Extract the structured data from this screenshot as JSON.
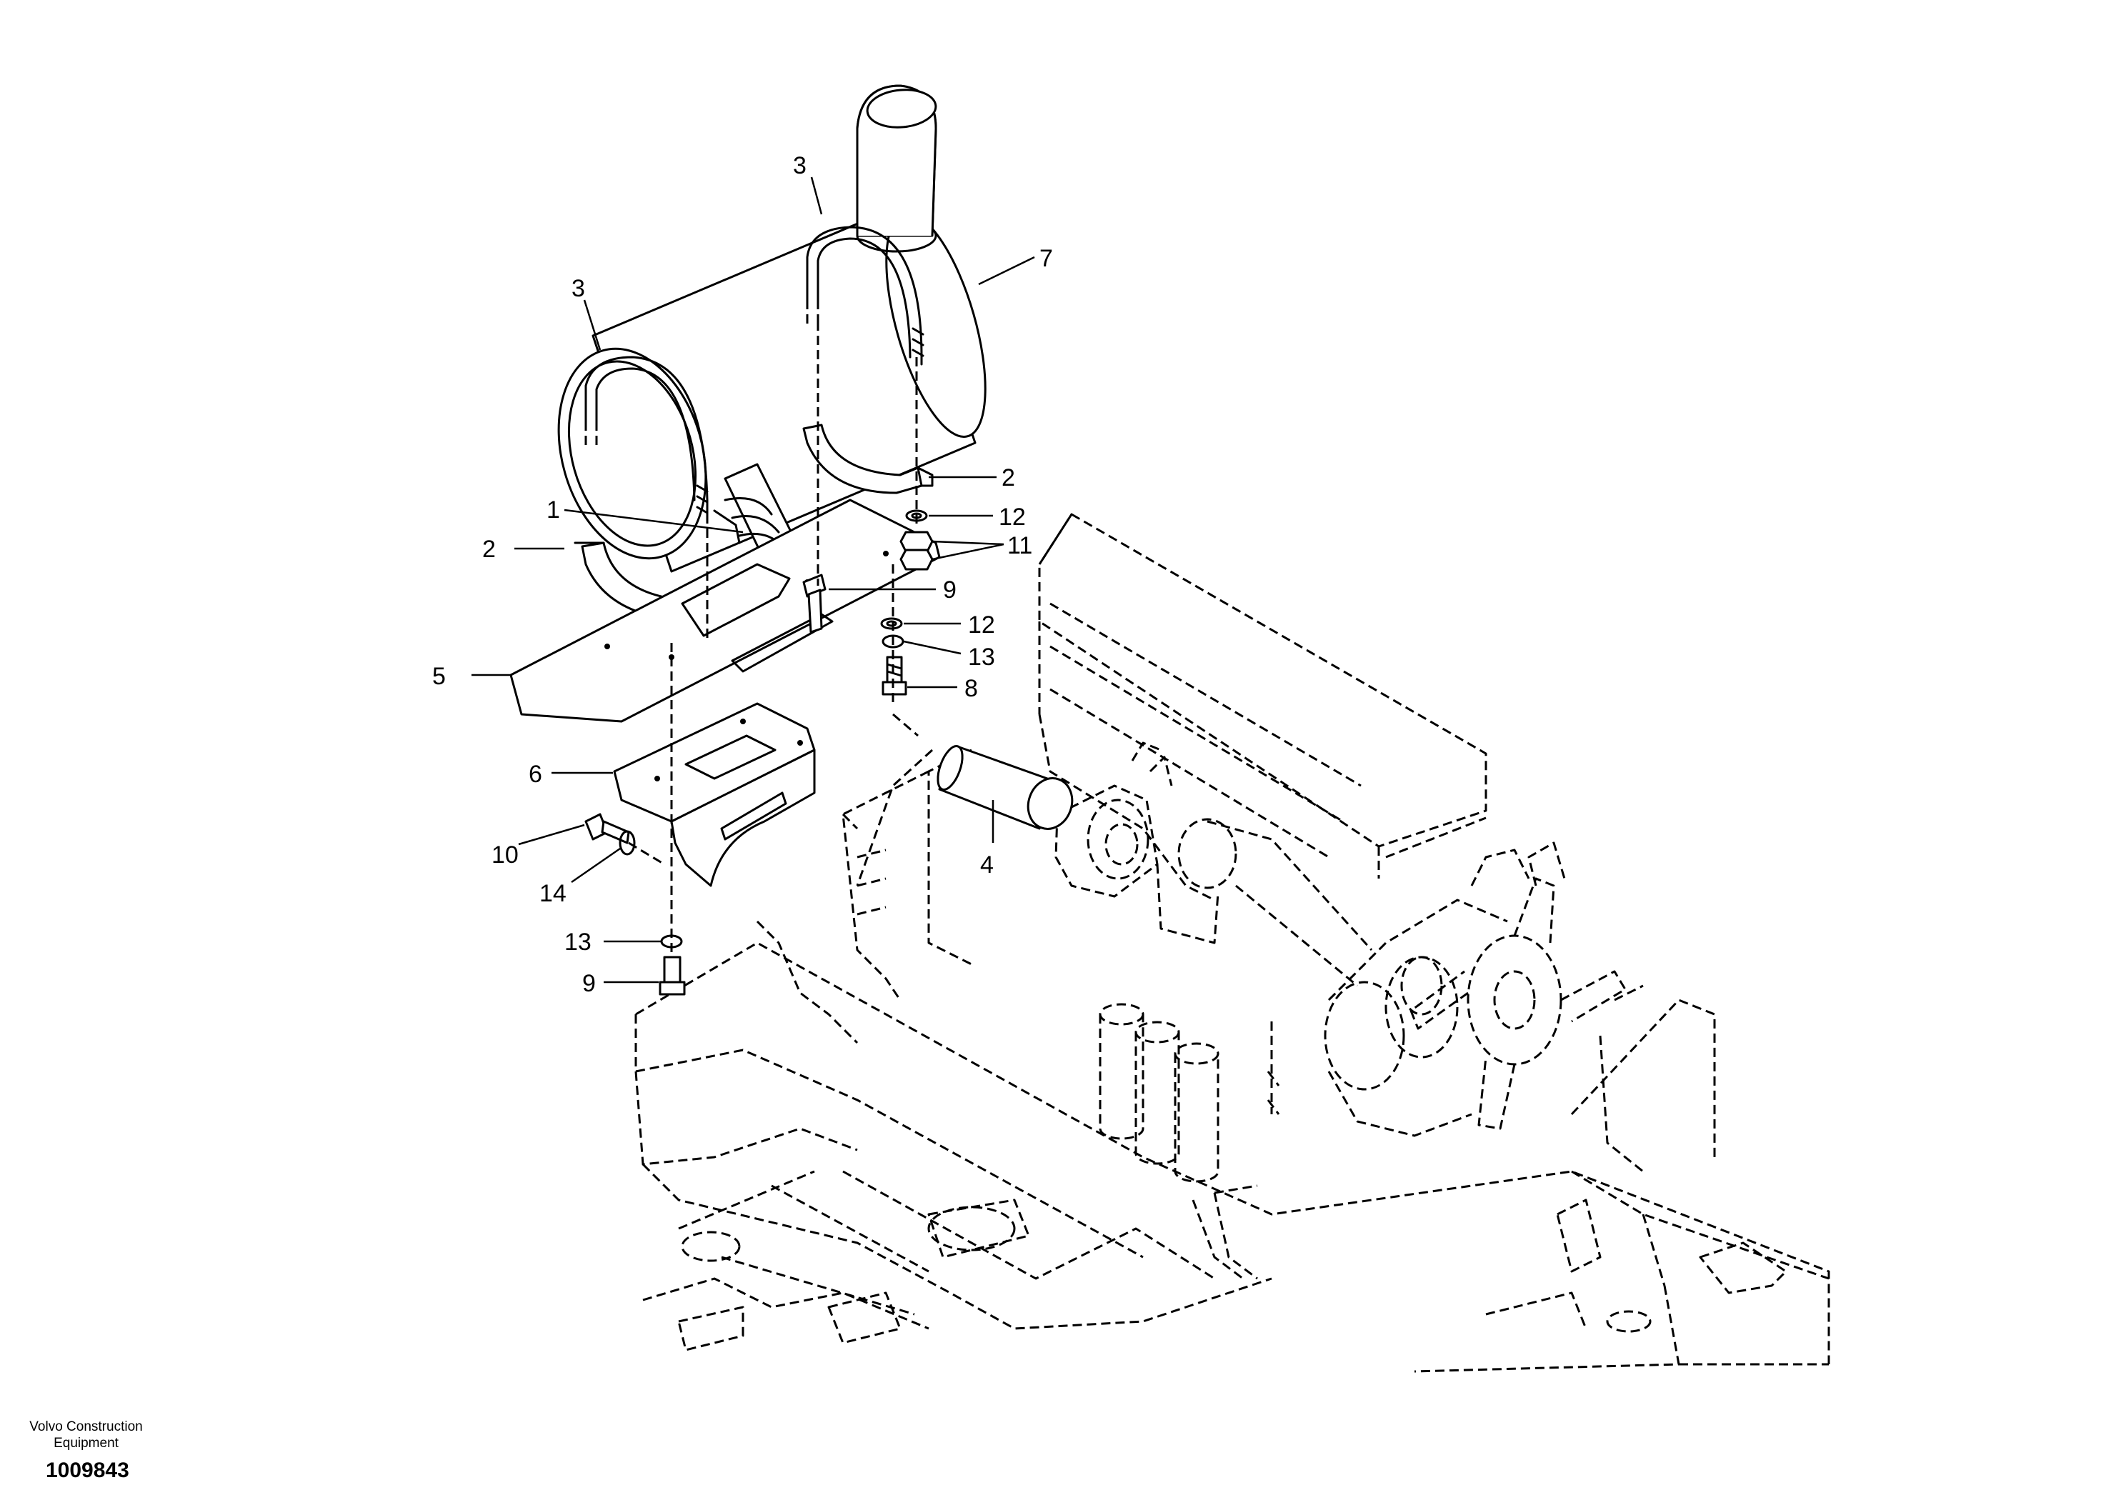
{
  "footer": {
    "manufacturer_line1": "Volvo Construction",
    "manufacturer_line2": "Equipment",
    "document_number": "1009843"
  },
  "callouts": {
    "c1": "1",
    "c2a": "2",
    "c2b": "2",
    "c3a": "3",
    "c3b": "3",
    "c4": "4",
    "c5": "5",
    "c6": "6",
    "c7": "7",
    "c8": "8",
    "c9a": "9",
    "c9b": "9",
    "c10": "10",
    "c11": "11",
    "c12a": "12",
    "c12b": "12",
    "c13a": "13",
    "c13b": "13",
    "c14": "14"
  },
  "colors": {
    "line": "#000000",
    "background": "#ffffff"
  }
}
